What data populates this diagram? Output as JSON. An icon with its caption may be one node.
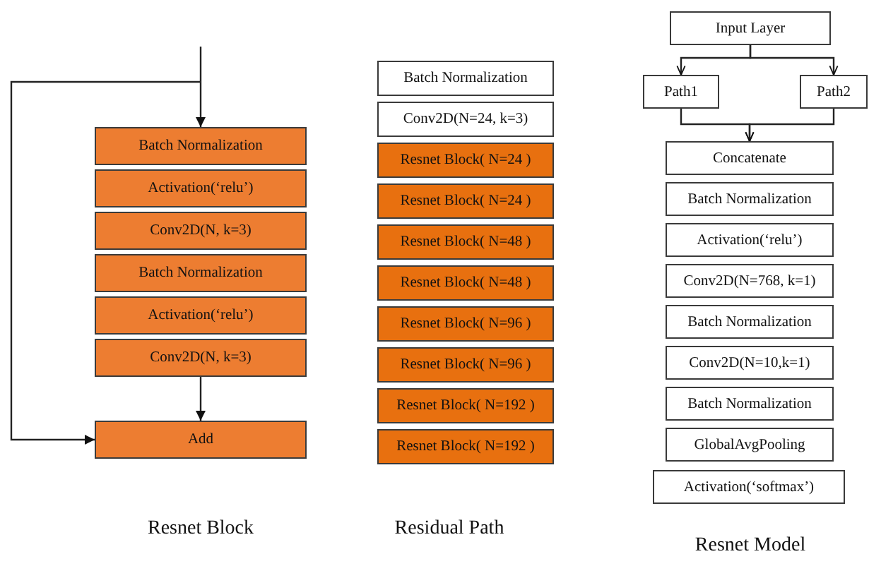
{
  "diagram": {
    "nodes": [
      {
        "text": [
          "Batch Normalization"
        ]
      },
      {
        "text": [
          "Activation(‘relu’)"
        ]
      },
      {
        "text": [
          "Conv2D(N, k=3)"
        ]
      },
      {
        "text": [
          "Batch Normalization"
        ]
      },
      {
        "text": [
          "Activation(‘relu’)"
        ]
      },
      {
        "text": [
          "Conv2D(N, k=3)"
        ]
      },
      {
        "text": [
          "Add"
        ]
      },
      {
        "text": [
          "Batch Normalization"
        ]
      },
      {
        "text": [
          "Conv2D(N=24, k=3)"
        ]
      },
      {
        "text": [
          "Resnet Block( N=24 )"
        ]
      },
      {
        "text": [
          "Resnet Block( N=24 )"
        ]
      },
      {
        "text": [
          "Resnet Block( N=48 )"
        ]
      },
      {
        "text": [
          "Resnet Block( N=48 )"
        ]
      },
      {
        "text": [
          "Resnet Block( N=96 )"
        ]
      },
      {
        "text": [
          "Resnet Block( N=96 )"
        ]
      },
      {
        "text": [
          "Resnet Block( N=192 )"
        ]
      },
      {
        "text": [
          "Resnet Block( N=192 )"
        ]
      },
      {
        "text": [
          "Input Layer"
        ]
      },
      {
        "text": [
          "Path1"
        ]
      },
      {
        "text": [
          "Path2"
        ]
      },
      {
        "text": [
          "Concatenate"
        ]
      },
      {
        "text": [
          "Batch Normalization"
        ]
      },
      {
        "text": [
          "Activation(‘relu’)"
        ]
      },
      {
        "text": [
          "Conv2D(N=768, k=1)"
        ]
      },
      {
        "text": [
          "Batch Normalization"
        ]
      },
      {
        "text": [
          "Conv2D(N=10,k=1)"
        ]
      },
      {
        "text": [
          "Batch Normalization"
        ]
      },
      {
        "text": [
          "GlobalAvgPooling"
        ]
      },
      {
        "text": [
          "Activation(‘softmax’)"
        ]
      }
    ],
    "edges": [
      {
        "from": null,
        "to": 0,
        "arrow": "to"
      },
      {
        "from": null,
        "to": 6,
        "arrow": "to"
      },
      {
        "from": 5,
        "to": 6,
        "arrow": "to"
      },
      {
        "from": 17,
        "to": 18,
        "arrow": "to"
      },
      {
        "from": 17,
        "to": 19,
        "arrow": "to"
      },
      {
        "from": 18,
        "to": 20,
        "arrow": "to"
      },
      {
        "from": 19,
        "to": 20,
        "arrow": "to"
      }
    ],
    "labels": [
      "Resnet Block",
      "Residual Path",
      "Resnet Model"
    ]
  }
}
